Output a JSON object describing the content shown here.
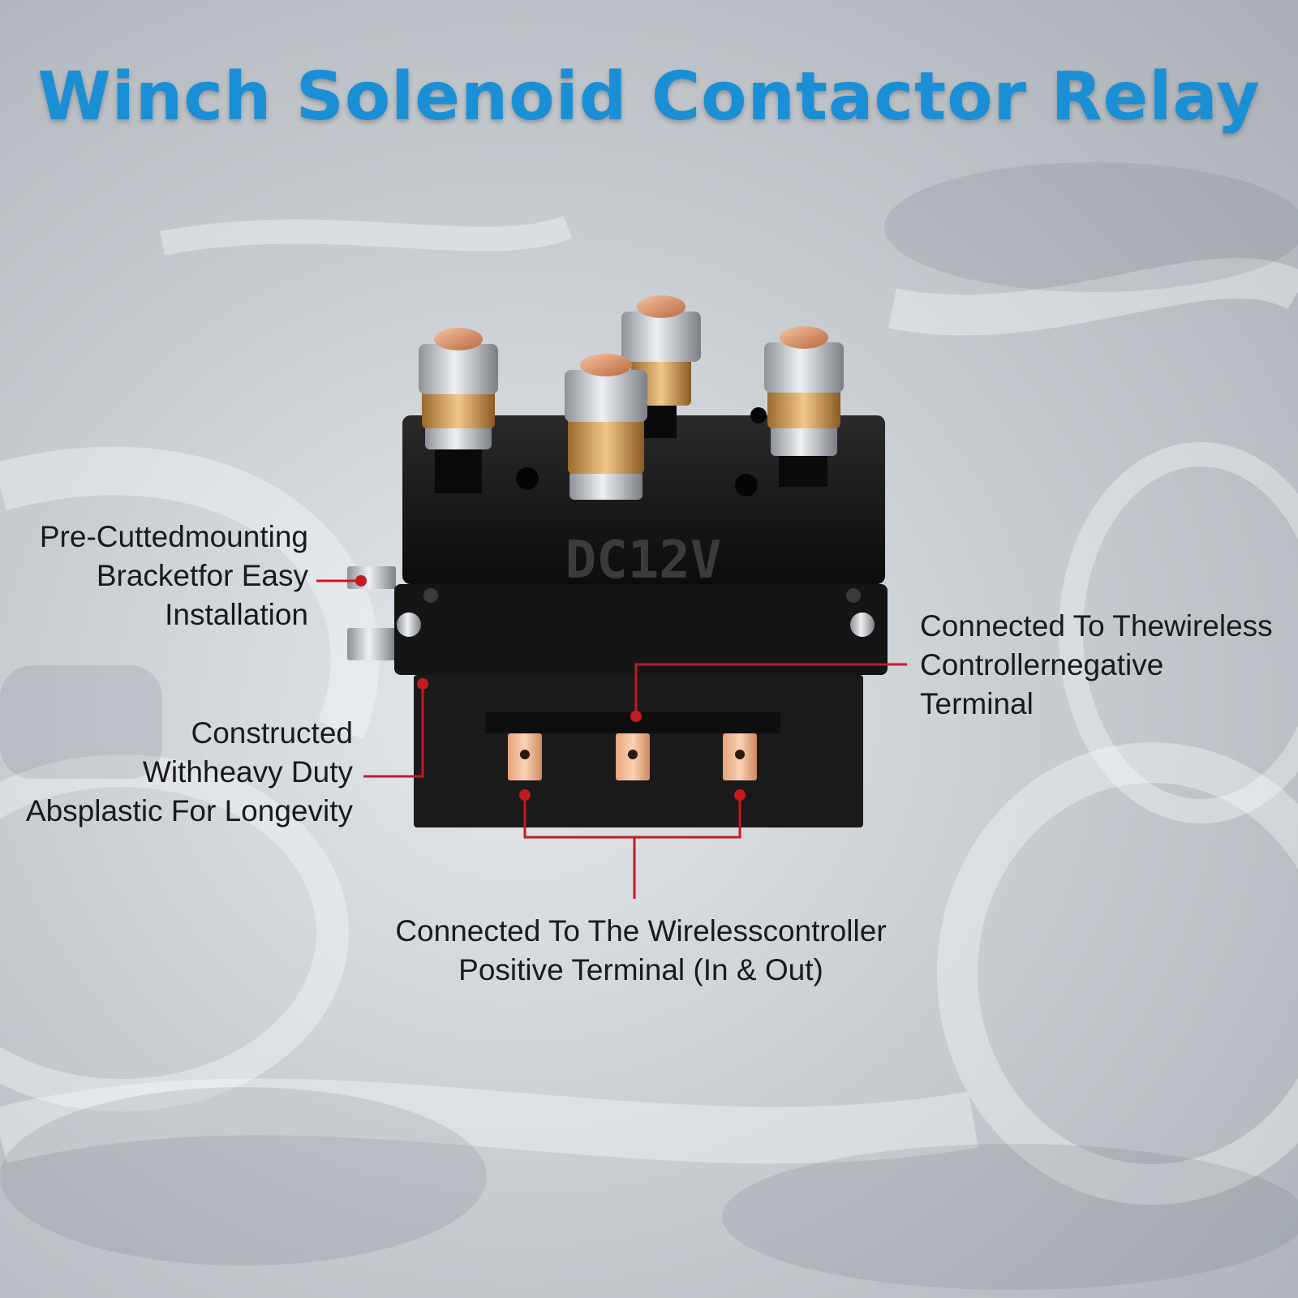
{
  "title": "Winch Solenoid Contactor Relay",
  "relay": {
    "voltage_label": "DC12V"
  },
  "callouts": {
    "bracket": [
      "Pre-Cuttedmounting",
      "Bracketfor Easy",
      "Installation"
    ],
    "plastic": [
      "Constructed",
      "Withheavy Duty",
      "Absplastic For Longevity"
    ],
    "negative": [
      "Connected To Thewireless",
      "Controllernegative",
      "Terminal"
    ],
    "positive": [
      "Connected To The Wirelesscontroller",
      "Positive Terminal (In & Out)"
    ]
  },
  "colors": {
    "title": "#1b8fd6",
    "leader": "#c41a22",
    "body": "#141414",
    "background": "#c9ced3"
  }
}
